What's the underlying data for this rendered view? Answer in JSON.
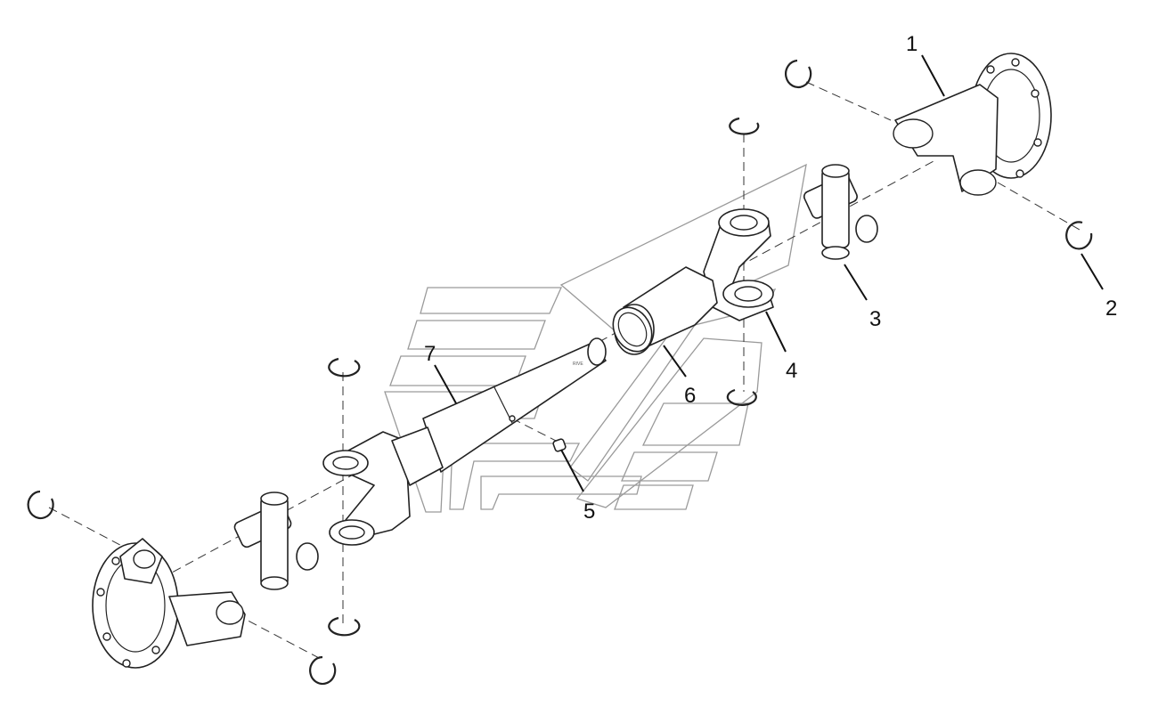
{
  "diagram": {
    "callouts": [
      {
        "id": "callout-1",
        "label": "1"
      },
      {
        "id": "callout-2",
        "label": "2"
      },
      {
        "id": "callout-3",
        "label": "3"
      },
      {
        "id": "callout-4",
        "label": "4"
      },
      {
        "id": "callout-5",
        "label": "5"
      },
      {
        "id": "callout-6",
        "label": "6"
      },
      {
        "id": "callout-7",
        "label": "7"
      }
    ],
    "shaft_marking": "RIVE"
  }
}
